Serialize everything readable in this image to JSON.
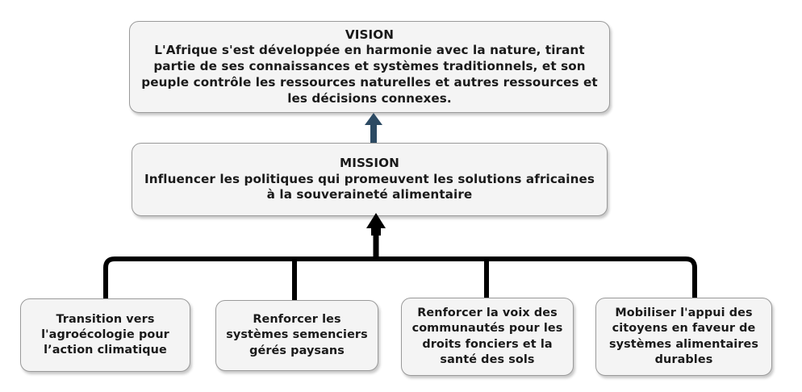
{
  "diagram": {
    "title_implicit": "Vision / Mission / Piliers strategiques",
    "colors": {
      "box_fill": "#f4f4f4",
      "box_border": "#9a9a9a",
      "text": "#1a1a1a",
      "arrow_vision": "#2c4a63",
      "arrow_pillars": "#000000",
      "background": "#ffffff"
    }
  },
  "vision": {
    "heading": "VISION",
    "body": "L'Afrique s'est développée en harmonie avec la nature, tirant partie de ses connaissances et systèmes traditionnels, et son peuple contrôle les ressources naturelles et autres ressources et les décisions connexes."
  },
  "mission": {
    "heading": "MISSION",
    "body": "Influencer les politiques qui promeuvent les solutions africaines à la souveraineté alimentaire"
  },
  "pillars": [
    {
      "label": "Transition vers l'agroécologie pour l’action climatique"
    },
    {
      "label": "Renforcer les systèmes semenciers gérés paysans"
    },
    {
      "label": "Renforcer la voix des communautés pour les droits fonciers et la santé des sols"
    },
    {
      "label": "Mobiliser l'appui des citoyens en faveur de systèmes alimentaires durables"
    }
  ],
  "connectors": [
    {
      "name": "vision-from-mission",
      "style": "arrow-up",
      "color": "#2c4a63"
    },
    {
      "name": "mission-from-pillars",
      "style": "bus-arrow-up",
      "color": "#000000",
      "branches": 4
    }
  ]
}
